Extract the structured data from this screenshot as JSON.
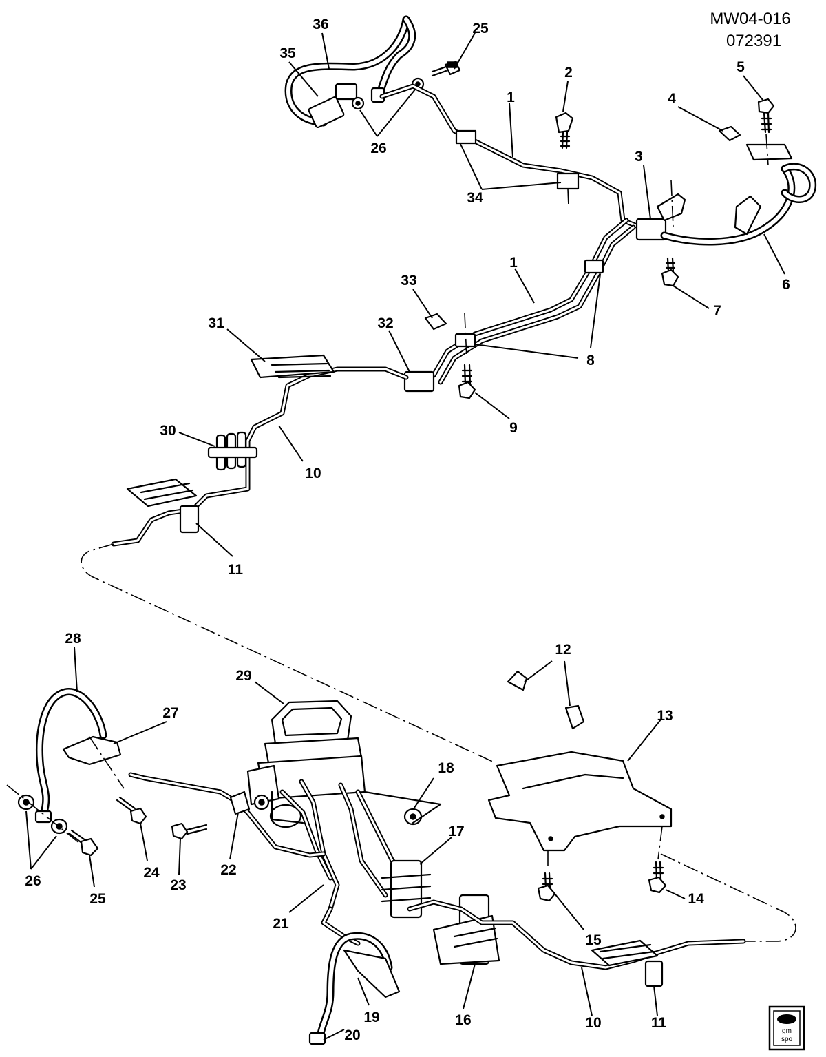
{
  "header": {
    "figure_code": "MW04-016",
    "date_code": "072391"
  },
  "logo": {
    "line1": "gm",
    "line2": "spo"
  },
  "callouts": [
    {
      "id": "c1a",
      "label": "1"
    },
    {
      "id": "c1b",
      "label": "1"
    },
    {
      "id": "c2",
      "label": "2"
    },
    {
      "id": "c3",
      "label": "3"
    },
    {
      "id": "c4",
      "label": "4"
    },
    {
      "id": "c5",
      "label": "5"
    },
    {
      "id": "c6",
      "label": "6"
    },
    {
      "id": "c7",
      "label": "7"
    },
    {
      "id": "c8",
      "label": "8"
    },
    {
      "id": "c9",
      "label": "9"
    },
    {
      "id": "c10a",
      "label": "10"
    },
    {
      "id": "c10b",
      "label": "10"
    },
    {
      "id": "c11a",
      "label": "11"
    },
    {
      "id": "c11b",
      "label": "11"
    },
    {
      "id": "c12",
      "label": "12"
    },
    {
      "id": "c13",
      "label": "13"
    },
    {
      "id": "c14",
      "label": "14"
    },
    {
      "id": "c15",
      "label": "15"
    },
    {
      "id": "c16",
      "label": "16"
    },
    {
      "id": "c17",
      "label": "17"
    },
    {
      "id": "c18",
      "label": "18"
    },
    {
      "id": "c19",
      "label": "19"
    },
    {
      "id": "c20",
      "label": "20"
    },
    {
      "id": "c21",
      "label": "21"
    },
    {
      "id": "c22",
      "label": "22"
    },
    {
      "id": "c23",
      "label": "23"
    },
    {
      "id": "c24",
      "label": "24"
    },
    {
      "id": "c25a",
      "label": "25"
    },
    {
      "id": "c25b",
      "label": "25"
    },
    {
      "id": "c26a",
      "label": "26"
    },
    {
      "id": "c26b",
      "label": "26"
    },
    {
      "id": "c27",
      "label": "27"
    },
    {
      "id": "c28",
      "label": "28"
    },
    {
      "id": "c29",
      "label": "29"
    },
    {
      "id": "c30",
      "label": "30"
    },
    {
      "id": "c31",
      "label": "31"
    },
    {
      "id": "c32",
      "label": "32"
    },
    {
      "id": "c33",
      "label": "33"
    },
    {
      "id": "c34",
      "label": "34"
    },
    {
      "id": "c35",
      "label": "35"
    },
    {
      "id": "c36",
      "label": "36"
    }
  ]
}
